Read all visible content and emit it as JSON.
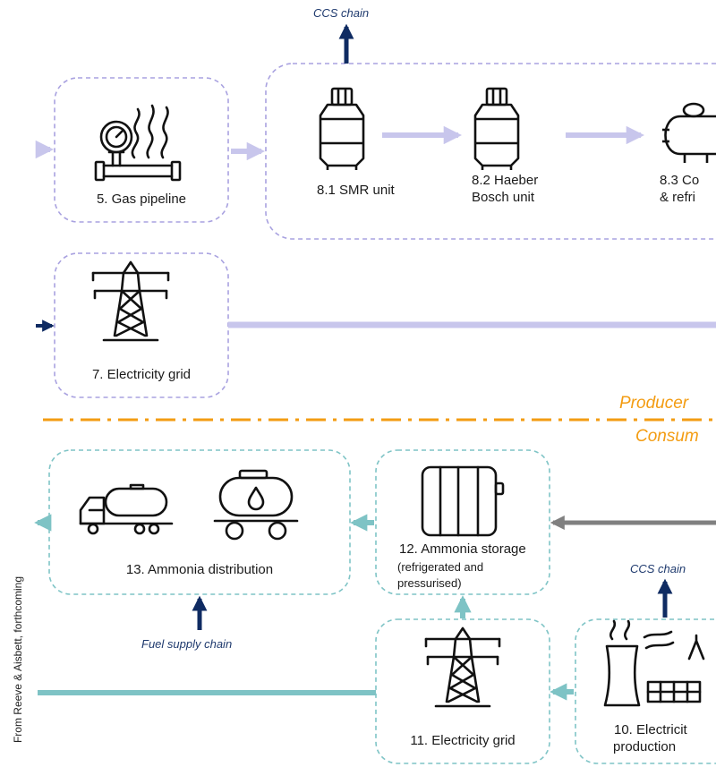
{
  "top_chain": {
    "label": "CCS chain"
  },
  "producer": {
    "gas_pipeline": "5. Gas pipeline",
    "smr_unit": "8.1 SMR unit",
    "haeber_line1": "8.2 Haeber",
    "haeber_line2": "Bosch unit",
    "comp_line1": "8.3 Co",
    "comp_line2": "& refri",
    "electricity_grid": "7. Electricity grid"
  },
  "divider": {
    "producer": "Producer",
    "consumer": "Consum"
  },
  "consumer": {
    "distribution": "13. Ammonia distribution",
    "storage_line1": "12. Ammonia storage",
    "storage_line2": "(refrigerated and",
    "storage_line3": "pressurised)",
    "ccs_chain": "CCS chain",
    "fuel_supply_chain": "Fuel supply chain",
    "electricity_grid": "11. Electricity grid",
    "production_line1": "10. Electricit",
    "production_line2": "production"
  },
  "credit": "From Reeve & Aisbett, forthcoming",
  "colors": {
    "producer_box": "#a9a2e0",
    "producer_arrow": "#c8c6ec",
    "consumer_box": "#7fc4c6",
    "consumer_arrow": "#7ec3c5",
    "navy": "#0f2b62",
    "gray_arrow": "#808080",
    "orange": "#f39c12"
  }
}
